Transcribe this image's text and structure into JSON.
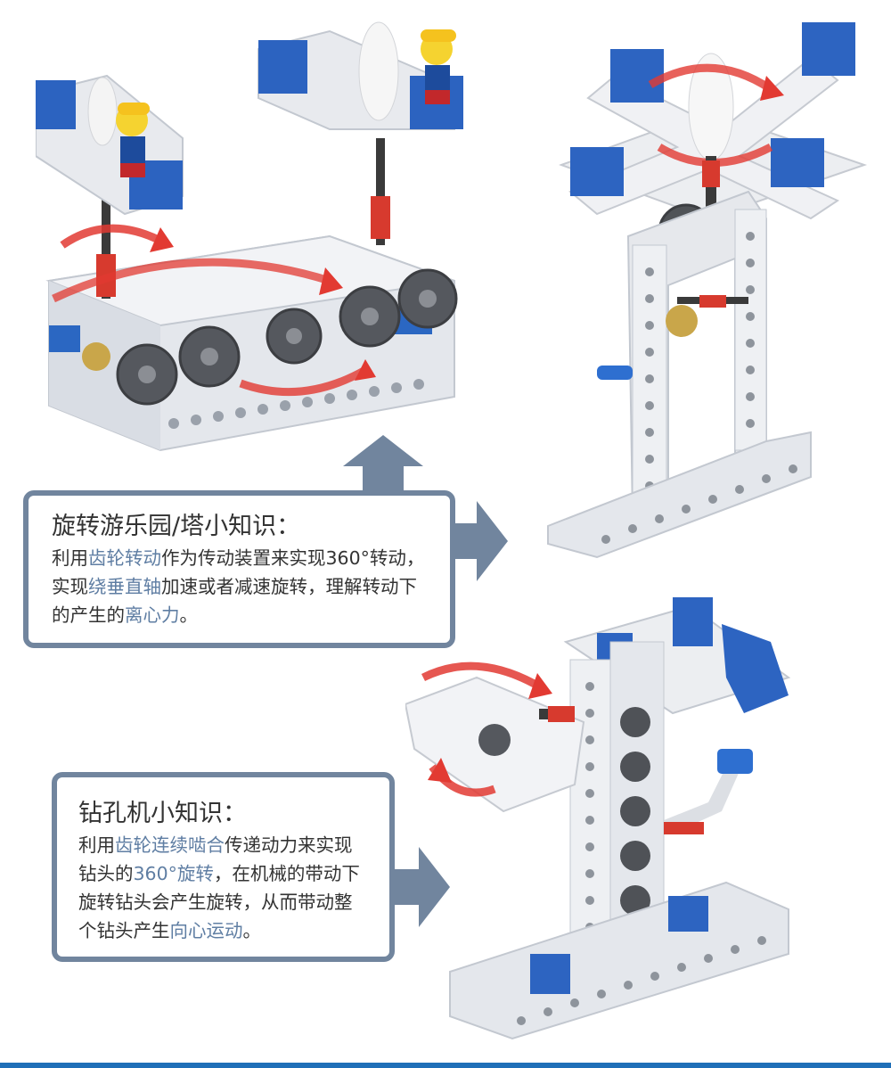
{
  "colors": {
    "card_border": "#71859e",
    "highlight_text": "#5f7ea3",
    "arrow_fill": "#71859e",
    "bottom_bar": "#1f6fb8"
  },
  "card1": {
    "title": "旋转游乐园/塔小知识：",
    "body_segments": [
      {
        "text": "利用",
        "hl": false
      },
      {
        "text": "齿轮转动",
        "hl": true
      },
      {
        "text": "作为传动装置来实现360°转动，实现",
        "hl": false
      },
      {
        "text": "绕垂直轴",
        "hl": true
      },
      {
        "text": "加速或者减速旋转，理解转动下的产生的",
        "hl": false
      },
      {
        "text": "离心力",
        "hl": true
      },
      {
        "text": "。",
        "hl": false
      }
    ]
  },
  "card2": {
    "title": "钻孔机小知识：",
    "body_segments": [
      {
        "text": "利用",
        "hl": false
      },
      {
        "text": "齿轮连续啮合",
        "hl": true
      },
      {
        "text": "传递动力来实现钻头的",
        "hl": false
      },
      {
        "text": "360°旋转",
        "hl": true
      },
      {
        "text": "，在机械的带动下旋转钻头会产生旋转，从而带动整个钻头产生",
        "hl": false
      },
      {
        "text": "向心运动",
        "hl": true
      },
      {
        "text": "。",
        "hl": false
      }
    ]
  },
  "illustrations": [
    {
      "icon": "carousel-model-icon"
    },
    {
      "icon": "rotating-tower-model-icon"
    },
    {
      "icon": "drill-machine-model-icon"
    }
  ]
}
